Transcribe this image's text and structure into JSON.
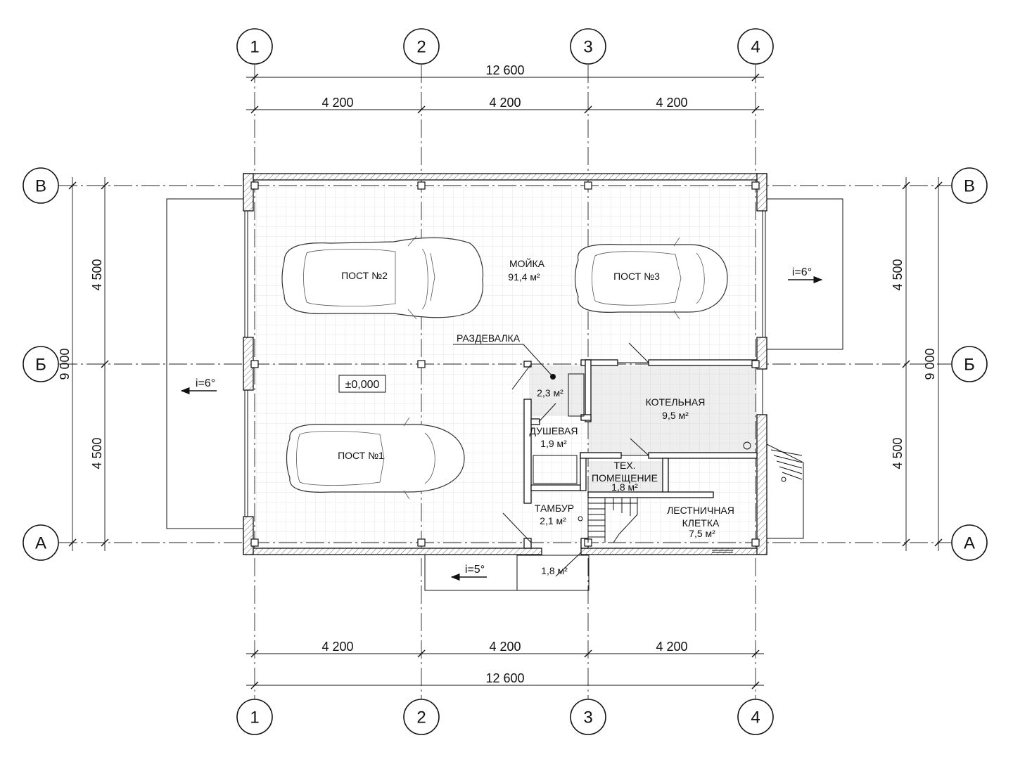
{
  "axes": {
    "columns": [
      "1",
      "2",
      "3",
      "4"
    ],
    "rows": [
      "В",
      "Б",
      "А"
    ]
  },
  "dimensions": {
    "total_width": "12 600",
    "bay": "4 200",
    "total_depth": "9 000",
    "half_depth": "4 500"
  },
  "rooms": {
    "wash": {
      "name": "МОЙКА",
      "area": "91,4 м²"
    },
    "post1": {
      "name": "ПОСТ №1"
    },
    "post2": {
      "name": "ПОСТ №2"
    },
    "post3": {
      "name": "ПОСТ №3"
    },
    "changing": {
      "name": "РАЗДЕВАЛКА",
      "area": "2,3 м²"
    },
    "shower": {
      "name": "ДУШЕВАЯ",
      "area": "1,9 м²"
    },
    "boiler": {
      "name": "КОТЕЛЬНАЯ",
      "area": "9,5 м²"
    },
    "tech": {
      "name_line1": "ТЕХ.",
      "name_line2": "ПОМЕЩЕНИЕ",
      "area": "1,8 м²"
    },
    "vestibule": {
      "name": "ТАМБУР",
      "area": "2,1 м²"
    },
    "stair": {
      "name_line1": "ЛЕСТНИЧНАЯ",
      "name_line2": "КЛЕТКА",
      "area": "7,5 м²"
    },
    "porch": {
      "area": "1,8 м²"
    }
  },
  "level": "±0,000",
  "slopes": {
    "left": "i=6°",
    "right": "i=6°",
    "bottom": "i=5°"
  }
}
